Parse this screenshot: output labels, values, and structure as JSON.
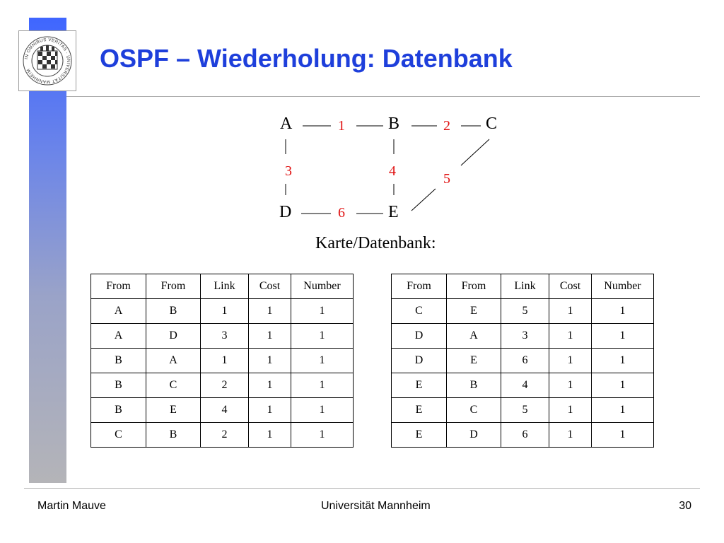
{
  "slide": {
    "title": "OSPF – Wiederholung: Datenbank",
    "caption": "Karte/Datenbank:",
    "logo": {
      "icon": "university-seal-icon",
      "text": "IN OMNIBUS VERITAS · UNIVERSITÄT MANNHEIM"
    },
    "colors": {
      "title": "#1e3fdb",
      "cost_labels": "#e01010",
      "sidebar_top": "#3f66ff",
      "sidebar_bottom": "#b4b4b8"
    }
  },
  "graph": {
    "nodes": [
      "A",
      "B",
      "C",
      "D",
      "E"
    ],
    "edges": [
      {
        "from": "A",
        "to": "B",
        "link": "1"
      },
      {
        "from": "B",
        "to": "C",
        "link": "2"
      },
      {
        "from": "A",
        "to": "D",
        "link": "3"
      },
      {
        "from": "B",
        "to": "E",
        "link": "4"
      },
      {
        "from": "C",
        "to": "E",
        "link": "5"
      },
      {
        "from": "D",
        "to": "E",
        "link": "6"
      }
    ]
  },
  "tables": {
    "left": {
      "headers": [
        "From",
        "From",
        "Link",
        "Cost",
        "Number"
      ],
      "rows": [
        [
          "A",
          "B",
          "1",
          "1",
          "1"
        ],
        [
          "A",
          "D",
          "3",
          "1",
          "1"
        ],
        [
          "B",
          "A",
          "1",
          "1",
          "1"
        ],
        [
          "B",
          "C",
          "2",
          "1",
          "1"
        ],
        [
          "B",
          "E",
          "4",
          "1",
          "1"
        ],
        [
          "C",
          "B",
          "2",
          "1",
          "1"
        ]
      ]
    },
    "right": {
      "headers": [
        "From",
        "From",
        "Link",
        "Cost",
        "Number"
      ],
      "rows": [
        [
          "C",
          "E",
          "5",
          "1",
          "1"
        ],
        [
          "D",
          "A",
          "3",
          "1",
          "1"
        ],
        [
          "D",
          "E",
          "6",
          "1",
          "1"
        ],
        [
          "E",
          "B",
          "4",
          "1",
          "1"
        ],
        [
          "E",
          "C",
          "5",
          "1",
          "1"
        ],
        [
          "E",
          "D",
          "6",
          "1",
          "1"
        ]
      ]
    }
  },
  "footer": {
    "author": "Martin Mauve",
    "institution": "Universität Mannheim",
    "page_number": "30"
  }
}
